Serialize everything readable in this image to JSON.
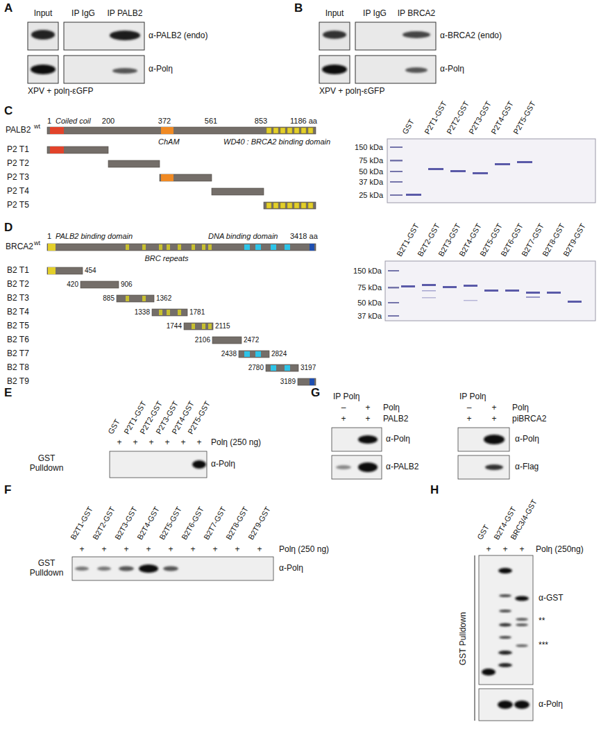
{
  "diagram": {
    "labels": [
      "A",
      "Input",
      "IP IgG",
      "IP PALB2",
      "α-PALB2 (endo)",
      "α-Polη",
      "XPV + polη-εGFP",
      "B",
      "Input",
      "IP IgG",
      "IP BRCA2",
      "α-BRCA2 (endo)",
      "α-Polη",
      "XPV + polη-εGFP",
      "C",
      "PALB2",
      "wt",
      "1",
      "Coiled coil",
      "200",
      "372",
      "561",
      "853",
      "1186 aa",
      "ChAM",
      "WD40 : BRCA2 binding domain",
      "P2 T1",
      "P2 T2",
      "P2 T3",
      "P2 T4",
      "P2 T5",
      "GST",
      "P2T1-GST",
      "P2T2-GST",
      "P2T3-GST",
      "P2T4-GST",
      "P2T5-GST",
      "150 kDa",
      "75 kDa",
      "50 kDa",
      "37 kDa",
      "25 kDa",
      "D",
      "BRCA2",
      "wt",
      "1",
      "PALB2 binding domain",
      "DNA binding domain",
      "3418 aa",
      "BRC repeats",
      "B2 T1",
      "B2 T2",
      "B2 T3",
      "B2 T4",
      "B2 T5",
      "B2 T6",
      "B2 T7",
      "B2 T8",
      "B2 T9",
      "454",
      "420",
      "906",
      "885",
      "1362",
      "1338",
      "1781",
      "1744",
      "2115",
      "2106",
      "2472",
      "2438",
      "2824",
      "2780",
      "3197",
      "3189",
      "B2T1-GST",
      "B2T2-GST",
      "B2T3-GST",
      "B2T4-GST",
      "B2T5-GST",
      "B2T6-GST",
      "B2T7-GST",
      "B2T8-GST",
      "B2T9-GST",
      "150 kDa",
      "75 kDa",
      "50 kDa",
      "37 kDa",
      "E",
      "GST",
      "P2T1-GST",
      "P2T2-GST",
      "P2T3-GST",
      "P2T4-GST",
      "P2T5-GST",
      "+",
      "+",
      "+",
      "+",
      "+",
      "+",
      "Polη (250 ng)",
      "GST Pulldown",
      "α-Polη",
      "F",
      "B2T1-GST",
      "B2T2-GST",
      "B2T3-GST",
      "B2T4-GST",
      "B2T5-GST",
      "B2T6-GST",
      "B2T7-GST",
      "B2T8-GST",
      "B2T9-GST",
      "+",
      "+",
      "+",
      "+",
      "+",
      "+",
      "+",
      "+",
      "+",
      "Polη (250 ng)",
      "GST Pulldown",
      "α-Polη",
      "G",
      "IP Polη",
      "–",
      "+",
      "Polη",
      "+",
      "+",
      "PALB2",
      "α-Polη",
      "α-PALB2",
      "IP Polη",
      "–",
      "+",
      "Polη",
      "+",
      "+",
      "piBRCA2",
      "α-Polη",
      "α-Flag",
      "H",
      "GST",
      "B2T4-GST",
      "BRC3/4-GST",
      "+",
      "+",
      "+",
      "Polη (250ng)",
      "α-GST",
      "**",
      "***",
      "α-Polη",
      "GST Pulldown"
    ]
  }
}
